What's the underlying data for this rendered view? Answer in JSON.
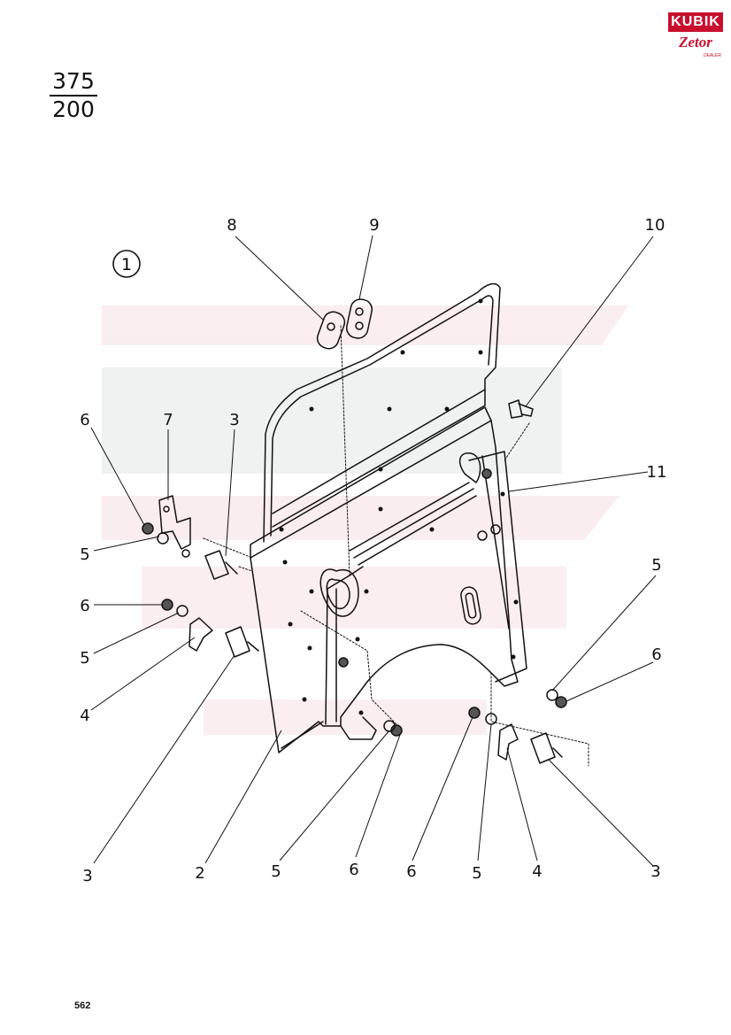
{
  "page": {
    "fraction_top": "375",
    "fraction_bottom": "200",
    "page_number": "562"
  },
  "logo": {
    "brand": "KUBIK",
    "sub_brand": "Zetor",
    "tagline": "DEALER",
    "colors": {
      "primary": "#c8102e"
    }
  },
  "diagram": {
    "group_number": "1",
    "callouts": [
      {
        "id": "c8",
        "label": "8"
      },
      {
        "id": "c9",
        "label": "9"
      },
      {
        "id": "c10",
        "label": "10"
      },
      {
        "id": "c6a",
        "label": "6"
      },
      {
        "id": "c7",
        "label": "7"
      },
      {
        "id": "c3a",
        "label": "3"
      },
      {
        "id": "c11",
        "label": "11"
      },
      {
        "id": "c5a",
        "label": "5"
      },
      {
        "id": "c6b",
        "label": "6"
      },
      {
        "id": "c5b",
        "label": "5"
      },
      {
        "id": "c4a",
        "label": "4"
      },
      {
        "id": "c5c",
        "label": "5"
      },
      {
        "id": "c6c",
        "label": "6"
      },
      {
        "id": "c3b",
        "label": "3"
      },
      {
        "id": "c2",
        "label": "2"
      },
      {
        "id": "c5d",
        "label": "5"
      },
      {
        "id": "c6d",
        "label": "6"
      },
      {
        "id": "c6e",
        "label": "6"
      },
      {
        "id": "c5e",
        "label": "5"
      },
      {
        "id": "c4b",
        "label": "4"
      },
      {
        "id": "c3c",
        "label": "3"
      }
    ]
  }
}
